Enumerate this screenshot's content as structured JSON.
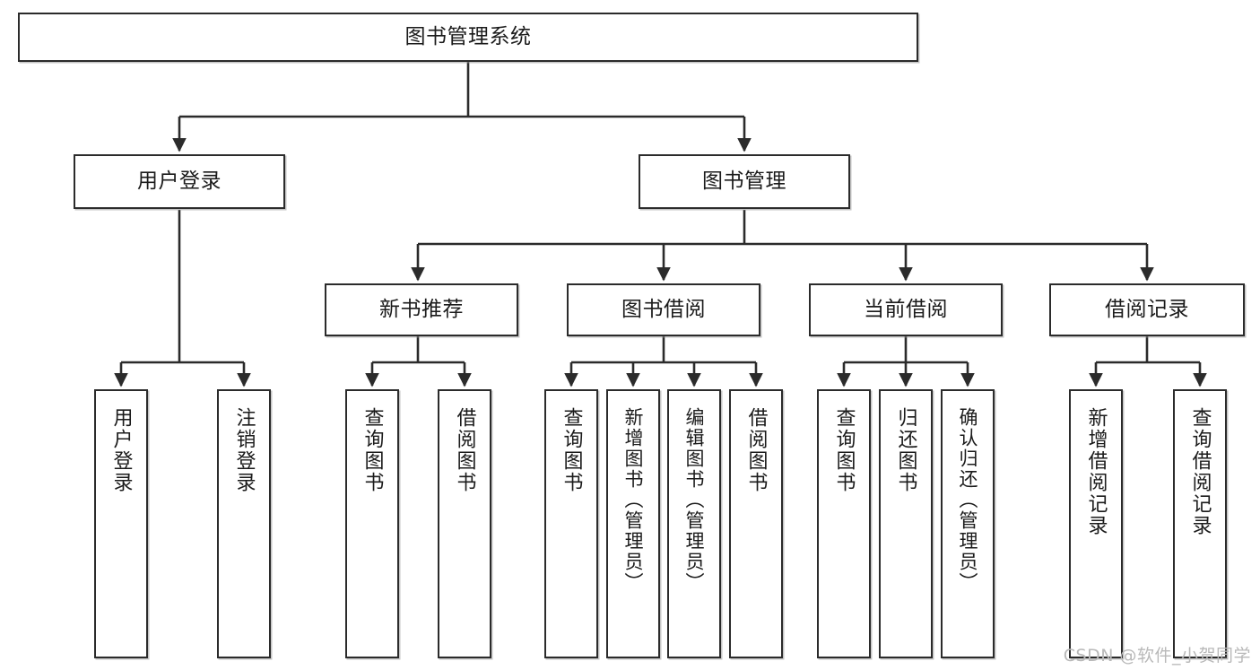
{
  "diagram": {
    "title": "图书管理系统",
    "type": "tree-hierarchy-diagram",
    "colors": {
      "stroke": "#2b2b2b",
      "fill": "#ffffff",
      "text": "#1b1b1b",
      "watermark": "#b9b9b9"
    },
    "root": {
      "label": "图书管理系统"
    },
    "level2": [
      {
        "label": "用户登录"
      },
      {
        "label": "图书管理"
      }
    ],
    "level3": [
      {
        "label": "新书推荐"
      },
      {
        "label": "图书借阅"
      },
      {
        "label": "当前借阅"
      },
      {
        "label": "借阅记录"
      }
    ],
    "leaves": {
      "user_login": [
        {
          "label": "用户登录"
        },
        {
          "label": "注销登录"
        }
      ],
      "new_book": [
        {
          "label": "查询图书"
        },
        {
          "label": "借阅图书"
        }
      ],
      "book_borrow": [
        {
          "label": "查询图书"
        },
        {
          "label": "新增图书（管理员）"
        },
        {
          "label": "编辑图书（管理员）"
        },
        {
          "label": "借阅图书"
        }
      ],
      "current_borrow": [
        {
          "label": "查询图书"
        },
        {
          "label": "归还图书"
        },
        {
          "label": "确认归还（管理员）"
        }
      ],
      "borrow_record": [
        {
          "label": "新增借阅记录"
        },
        {
          "label": "查询借阅记录"
        }
      ]
    }
  },
  "watermark": {
    "text": "CSDN @软件_小贺同学"
  }
}
